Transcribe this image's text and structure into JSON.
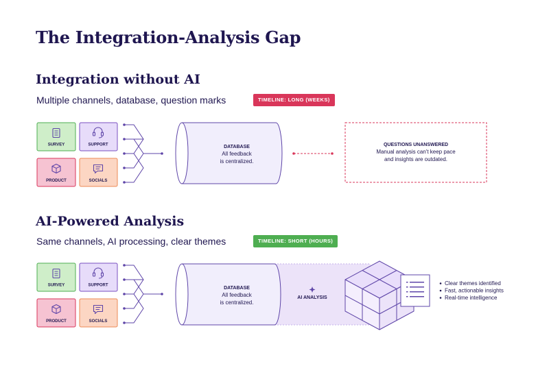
{
  "title": "The Integration-Analysis Gap",
  "colors": {
    "navy": "#1f1650",
    "purple": "#7a4fc0",
    "line": "#5e45a8",
    "red": "#d9365a",
    "green": "#4eae51",
    "survey_fill": "#cfeec9",
    "support_fill": "#e7dcfa",
    "product_fill": "#f6c3d2",
    "socials_fill": "#fcd6c3",
    "ai_band": "#ece3f9"
  },
  "sections": [
    {
      "title": "Integration without AI",
      "subtitle": "Multiple channels, database, question marks",
      "badge": "TIMELINE: LONG (WEEKS)",
      "channels": [
        {
          "label": "SURVEY",
          "icon": "document-icon"
        },
        {
          "label": "SUPPORT",
          "icon": "headset-icon"
        },
        {
          "label": "PRODUCT",
          "icon": "box-icon"
        },
        {
          "label": "SOCIALS",
          "icon": "chat-icon"
        }
      ],
      "database": {
        "title": "DATABASE",
        "line1": "All feedback",
        "line2": "is centralized."
      },
      "outcome": {
        "title": "QUESTIONS UNANSWERED",
        "line1": "Manual analysis can't keep pace",
        "line2": "and insights are outdated."
      }
    },
    {
      "title": "AI-Powered Analysis",
      "subtitle": "Same channels, AI processing, clear themes",
      "badge": "TIMELINE: SHORT (HOURS)",
      "channels": [
        {
          "label": "SURVEY",
          "icon": "document-icon"
        },
        {
          "label": "SUPPORT",
          "icon": "headset-icon"
        },
        {
          "label": "PRODUCT",
          "icon": "box-icon"
        },
        {
          "label": "SOCIALS",
          "icon": "chat-icon"
        }
      ],
      "database": {
        "title": "DATABASE",
        "line1": "All feedback",
        "line2": "is centralized."
      },
      "ai_label": "AI ANALYSIS",
      "ai_icon": "sparkle-icon",
      "outcomes": [
        "Clear themes identified",
        "Fast, actionable insights",
        "Real-time intelligence"
      ]
    }
  ]
}
